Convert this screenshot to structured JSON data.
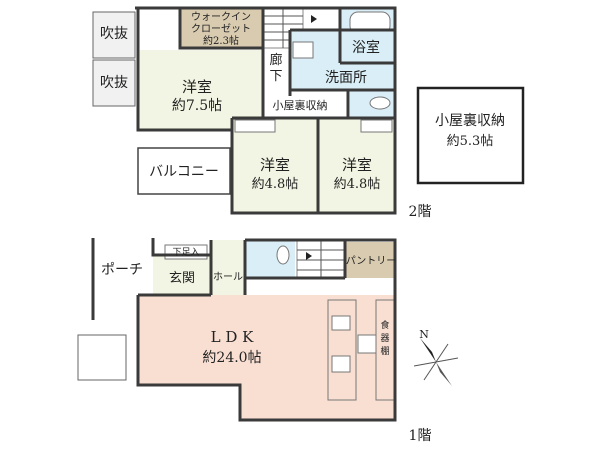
{
  "floor2": {
    "label": "2階",
    "rooms": {
      "fukinuke_top": "吹抜",
      "fukinuke_bottom": "吹抜",
      "wic_name": "ウォークイン\nクローゼット",
      "wic_area": "約2.3帖",
      "bath": "浴室",
      "washroom": "洗面所",
      "corridor": "廊\n下",
      "western_main_name": "洋室",
      "western_main_area": "約7.5帖",
      "attic_small": "小屋裏収納",
      "balcony": "バルコニー",
      "western_left_name": "洋室",
      "western_left_area": "約4.8帖",
      "western_right_name": "洋室",
      "western_right_area": "約4.8帖"
    },
    "attic": {
      "name": "小屋裏収納",
      "area": "約5.3帖"
    }
  },
  "floor1": {
    "label": "1階",
    "rooms": {
      "porch": "ポーチ",
      "genkan": "玄関",
      "hall": "ホール",
      "shoe_storage": "下足入",
      "pantry": "パントリー",
      "ldk_name": "L D K",
      "ldk_area": "約24.0帖",
      "cupboard": "食\n器\n棚"
    }
  },
  "compass": {
    "label": "N"
  },
  "colors": {
    "room_green": "#f2f5e3",
    "ldk_pink": "#f8dfd2",
    "wet_blue": "#d9eef6",
    "storage_tan": "#d8cbb0",
    "fukinuke_gray": "#f1f1f1",
    "wall": "#3a3a3a"
  }
}
